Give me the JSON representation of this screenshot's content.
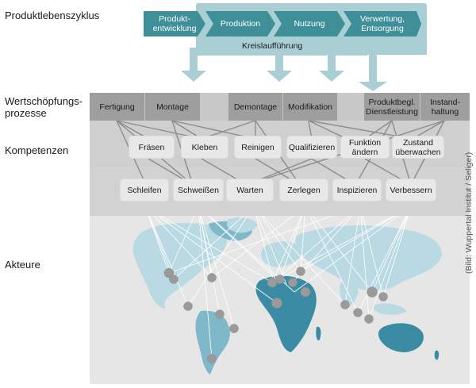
{
  "labels": {
    "produktlebenszyklus": "Produktlebenszyklus",
    "wertschoepfung": "Wertschöpfungs-\nprozesse",
    "kompetenzen": "Kompetenzen",
    "akteure": "Akteure"
  },
  "lifecycle": {
    "steps": [
      {
        "label": "Produkt-\nentwicklung"
      },
      {
        "label": "Produktion"
      },
      {
        "label": "Nutzung"
      },
      {
        "label": "Verwertung,\nEntsorgung"
      }
    ],
    "loop_label": "Kreislaufführung"
  },
  "wertschoepfung": [
    {
      "label": "Fertigung"
    },
    {
      "label": "Montage"
    },
    {
      "label": "Demontage"
    },
    {
      "label": "Modifikation"
    },
    {
      "label": "Produktbegl.\nDienstleistung"
    },
    {
      "label": "Instand-\nhaltung"
    }
  ],
  "kompetenzen_row1": [
    {
      "label": "Fräsen"
    },
    {
      "label": "Kleben"
    },
    {
      "label": "Reinigen"
    },
    {
      "label": "Qualifizieren"
    },
    {
      "label": "Funktion\nändern"
    },
    {
      "label": "Zustand\nüberwachen"
    }
  ],
  "kompetenzen_row2": [
    {
      "label": "Schleifen"
    },
    {
      "label": "Schweißen"
    },
    {
      "label": "Warten"
    },
    {
      "label": "Zerlegen"
    },
    {
      "label": "Inspizieren"
    },
    {
      "label": "Verbessern"
    }
  ],
  "credit": "(Bild: Wuppertal Institut / Seliger)",
  "colors": {
    "chevron": "#3f8f99",
    "loop": "#a9cfd5",
    "wbox": "#9e9e9e",
    "band_top": "#c8c8c8",
    "band_bottom": "#d9d9d9",
    "actor_band": "#e6e6e6",
    "map_light": "#b9d9e3",
    "map_dark": "#3a8ba3",
    "actor_dot": "#9a9a9a"
  }
}
